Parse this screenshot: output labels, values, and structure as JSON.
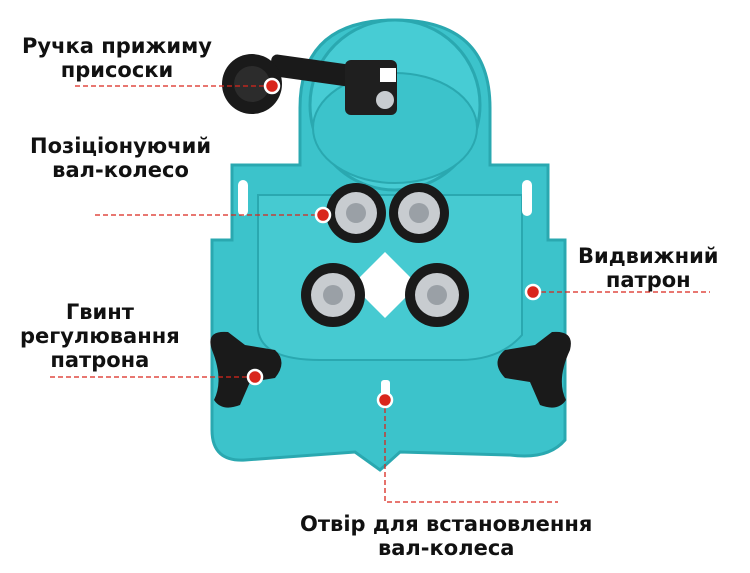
{
  "colors": {
    "body": "#3cc3cb",
    "body_dark": "#2aa8b0",
    "body_light": "#6fd8de",
    "knob": "#1a1a1a",
    "metal": "#c8ccd0",
    "callout": "#d9261c"
  },
  "callouts": [
    {
      "id": "suction-handle",
      "lines": [
        "Ручка прижиму",
        "присоски"
      ]
    },
    {
      "id": "positioning-wheel",
      "lines": [
        "Позіціонуючий",
        "вал-колесо"
      ]
    },
    {
      "id": "sliding-chuck",
      "lines": [
        "Видвижний",
        "патрон"
      ]
    },
    {
      "id": "chuck-screw",
      "lines": [
        "Гвинт",
        "регулювання",
        "патрона"
      ]
    },
    {
      "id": "wheel-hole",
      "lines": [
        "Отвір для встановлення",
        "вал-колеса"
      ]
    }
  ]
}
